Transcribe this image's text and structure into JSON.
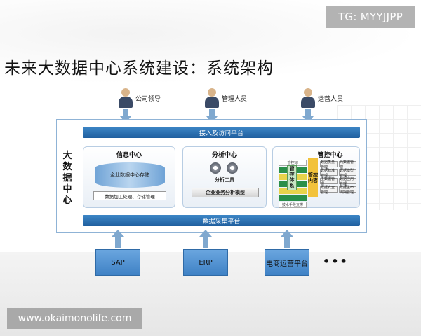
{
  "badges": {
    "top_right": "TG: MYYJJPP",
    "bottom_left": "www.okaimonolife.com"
  },
  "title": "未来大数据中心系统建设：系统架构",
  "roles": [
    {
      "label": "公司领导"
    },
    {
      "label": "管理人员"
    },
    {
      "label": "运营人员"
    }
  ],
  "platform": {
    "vertical_title": "大数据中心",
    "access_bar": "接入及访问平台",
    "collect_bar": "数据采集平台",
    "info_center": {
      "title": "信息中心",
      "storage": "企业数据中心存储",
      "processing": "数据加工处理、存储管理"
    },
    "analysis_center": {
      "title": "分析中心",
      "tools": "分析工具",
      "model": "企业业务分析模型"
    },
    "control_center": {
      "title": "管控中心",
      "left_items": [
        "管控标",
        "管控",
        "体系",
        "",
        "组织",
        "",
        "技术手段支撑"
      ],
      "core": "管控体系",
      "center": "管控内容",
      "right_items": [
        "数据质量管理",
        "元数据管理",
        "数据标准管理",
        "主数据管理",
        "数据安全管理"
      ],
      "right_items_2": [
        "数据生命周期管理",
        "数据模型管理",
        "数据应用管理"
      ]
    }
  },
  "sources": [
    {
      "label": "SAP"
    },
    {
      "label": "ERP"
    },
    {
      "label": "电商运营平台"
    }
  ],
  "ellipsis": "•••"
}
